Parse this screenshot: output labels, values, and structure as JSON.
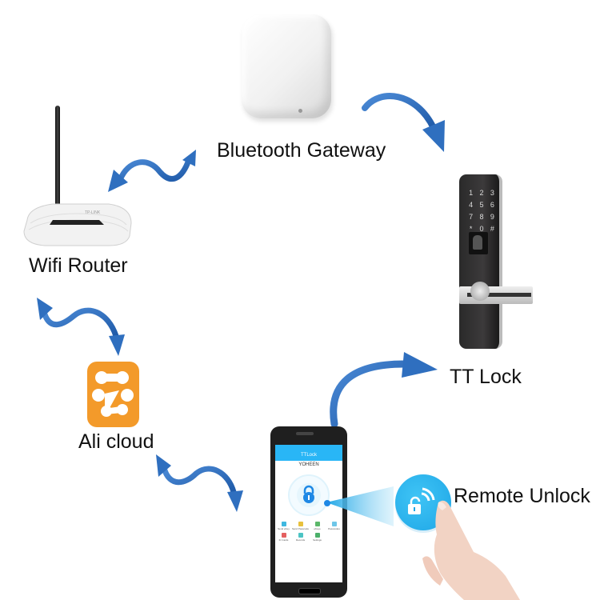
{
  "diagram": {
    "nodes": {
      "gateway": {
        "label": "Bluetooth Gateway",
        "icon": "bluetooth-gateway-device"
      },
      "router": {
        "label": "Wifi Router",
        "icon": "wifi-router-device",
        "brand": "TP-LINK"
      },
      "cloud": {
        "label": "Ali cloud",
        "icon": "ali-cloud-logo",
        "color": "#f39a2a"
      },
      "lock": {
        "label": "TT Lock",
        "icon": "smart-door-lock",
        "keypad": [
          "1",
          "2",
          "3",
          "4",
          "5",
          "6",
          "7",
          "8",
          "9",
          "*",
          "0",
          "#"
        ]
      },
      "phone": {
        "icon": "smartphone",
        "app_title": "TTLock",
        "user_name": "YOHEEN",
        "menu": [
          {
            "label": "Send eKey",
            "color": "#3fb8e0"
          },
          {
            "label": "Send Passcode",
            "color": "#e8c13c"
          },
          {
            "label": "eKeys",
            "color": "#5cb86a"
          },
          {
            "label": "Passcodes",
            "color": "#6ec6e8"
          },
          {
            "label": "IC Cards",
            "color": "#e46060"
          },
          {
            "label": "Records",
            "color": "#4cc4c4"
          },
          {
            "label": "Settings",
            "color": "#4cb06a"
          }
        ]
      },
      "remote": {
        "label": "Remote Unlock",
        "icon": "remote-unlock-button",
        "color": "#1ea6e6"
      }
    },
    "edges": [
      {
        "from": "router",
        "to": "gateway",
        "direction": "bidirectional"
      },
      {
        "from": "gateway",
        "to": "lock",
        "direction": "forward"
      },
      {
        "from": "router",
        "to": "cloud",
        "direction": "bidirectional"
      },
      {
        "from": "cloud",
        "to": "phone",
        "direction": "bidirectional"
      },
      {
        "from": "phone",
        "to": "lock",
        "direction": "forward"
      }
    ],
    "arrow_color": "#2f6fbf"
  }
}
